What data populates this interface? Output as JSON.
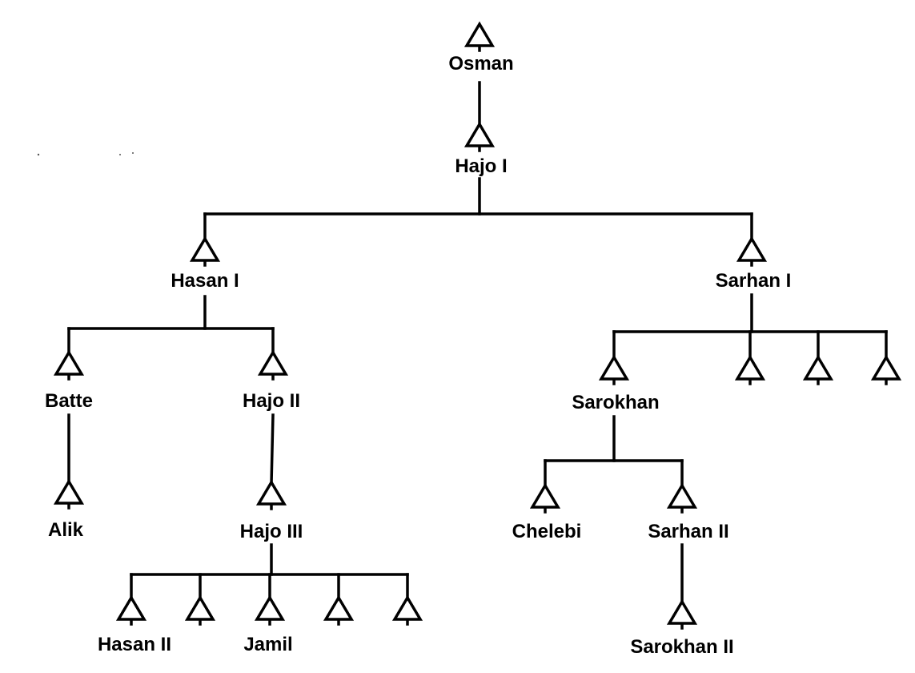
{
  "diagram": {
    "type": "genealogy",
    "symbol": "triangle-male",
    "colors": {
      "line": "#000000",
      "background": "#ffffff"
    },
    "nodes": [
      {
        "id": "osman",
        "name": "Osman"
      },
      {
        "id": "hajo1",
        "name": "Hajo I"
      },
      {
        "id": "hasan1",
        "name": "Hasan I"
      },
      {
        "id": "sarhan1",
        "name": "Sarhan I"
      },
      {
        "id": "batte",
        "name": "Batte"
      },
      {
        "id": "hajo2",
        "name": "Hajo II"
      },
      {
        "id": "alik",
        "name": "Alik"
      },
      {
        "id": "hajo3",
        "name": "Hajo III"
      },
      {
        "id": "hasan2",
        "name": "Hasan II"
      },
      {
        "id": "h3c2",
        "name": ""
      },
      {
        "id": "jamil",
        "name": "Jamil"
      },
      {
        "id": "h3c4",
        "name": ""
      },
      {
        "id": "h3c5",
        "name": ""
      },
      {
        "id": "sarokhan",
        "name": "Sarokhan"
      },
      {
        "id": "s1c2",
        "name": ""
      },
      {
        "id": "s1c3",
        "name": ""
      },
      {
        "id": "s1c4",
        "name": ""
      },
      {
        "id": "chelebi",
        "name": "Chelebi"
      },
      {
        "id": "sarhan2",
        "name": "Sarhan II"
      },
      {
        "id": "sarokhan2",
        "name": "Sarokhan II"
      }
    ],
    "edges": [
      [
        "osman",
        "hajo1"
      ],
      [
        "hajo1",
        "hasan1"
      ],
      [
        "hajo1",
        "sarhan1"
      ],
      [
        "hasan1",
        "batte"
      ],
      [
        "hasan1",
        "hajo2"
      ],
      [
        "batte",
        "alik"
      ],
      [
        "hajo2",
        "hajo3"
      ],
      [
        "hajo3",
        "hasan2"
      ],
      [
        "hajo3",
        "h3c2"
      ],
      [
        "hajo3",
        "jamil"
      ],
      [
        "hajo3",
        "h3c4"
      ],
      [
        "hajo3",
        "h3c5"
      ],
      [
        "sarhan1",
        "sarokhan"
      ],
      [
        "sarhan1",
        "s1c2"
      ],
      [
        "sarhan1",
        "s1c3"
      ],
      [
        "sarhan1",
        "s1c4"
      ],
      [
        "sarokhan",
        "chelebi"
      ],
      [
        "sarokhan",
        "sarhan2"
      ],
      [
        "sarhan2",
        "sarokhan2"
      ]
    ]
  }
}
